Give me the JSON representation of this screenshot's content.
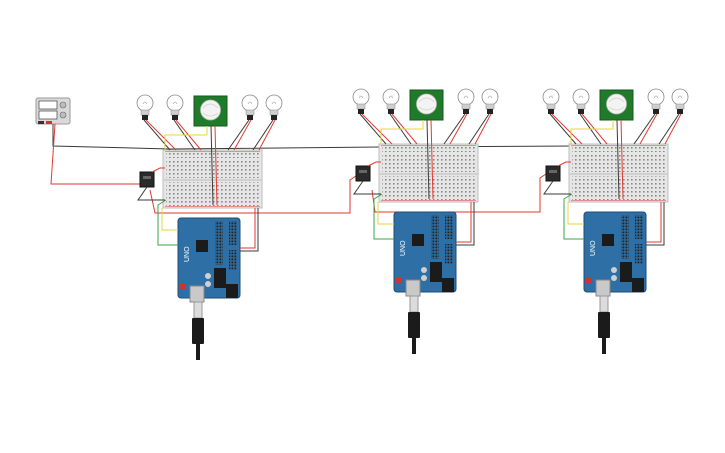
{
  "canvas": {
    "background": "#ffffff"
  },
  "colors": {
    "wire_red": "#e23a2e",
    "wire_black": "#3a3a3a",
    "wire_yellow": "#e8d43a",
    "wire_green": "#3aa64a",
    "arduino_blue": "#2e6fa5",
    "breadboard": "#e6e6e6",
    "pir_green": "#1f7a2a"
  },
  "power_supply": {
    "icon": "power-supply-icon"
  },
  "circuits": [
    {
      "name": "circuit-1",
      "arduino_logo": "UNO",
      "relay_icon": "relay-icon",
      "pir_icon": "pir-sensor-icon",
      "bulb_icon": "light-bulb-icon",
      "bulbs": 4
    },
    {
      "name": "circuit-2",
      "arduino_logo": "UNO",
      "relay_icon": "relay-icon",
      "pir_icon": "pir-sensor-icon",
      "bulb_icon": "light-bulb-icon",
      "bulbs": 4
    },
    {
      "name": "circuit-3",
      "arduino_logo": "UNO",
      "relay_icon": "relay-icon",
      "pir_icon": "pir-sensor-icon",
      "bulb_icon": "light-bulb-icon",
      "bulbs": 4
    }
  ]
}
